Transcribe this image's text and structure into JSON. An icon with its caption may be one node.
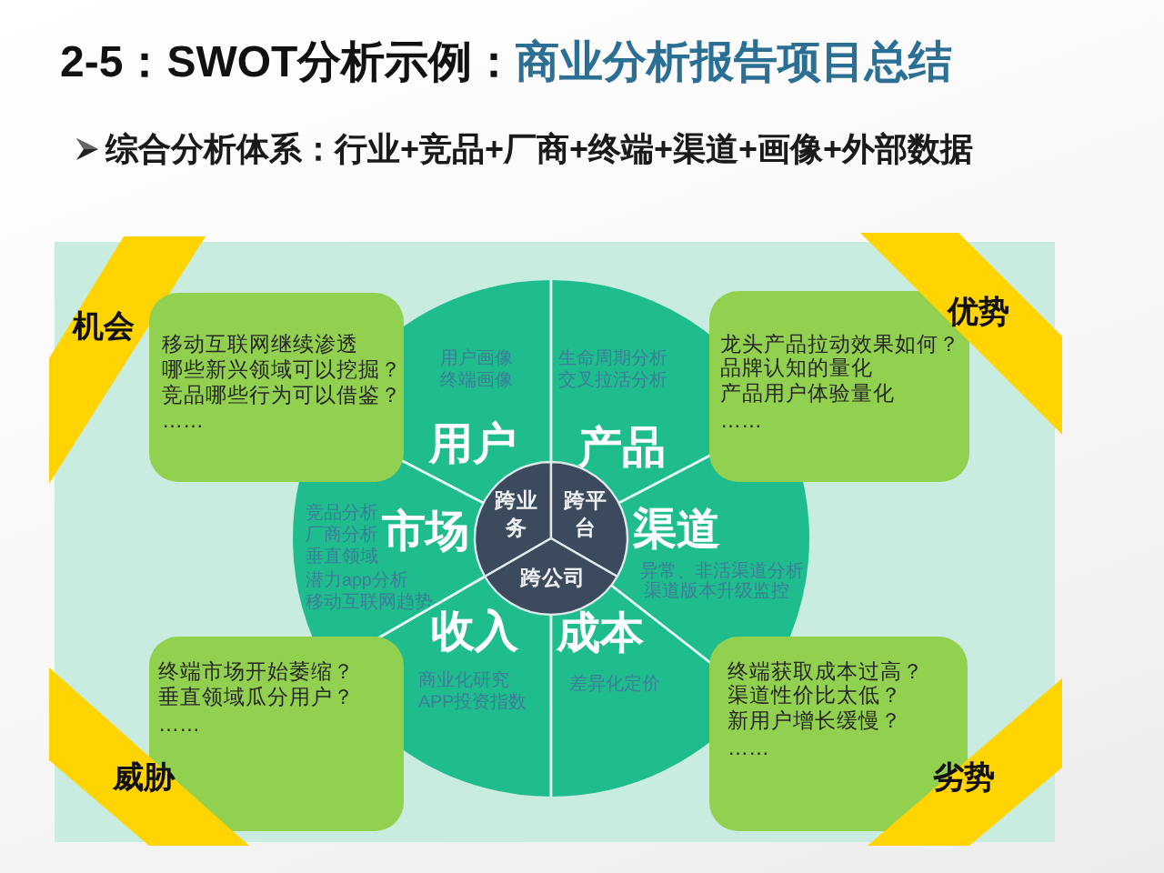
{
  "diagram": {
    "title": "2-5：SWOT分析示例：",
    "nodes": [
      {
        "text": [
          "机会"
        ]
      },
      {
        "text": [
          "移动互联网继续渗透",
          "哪些新兴领域可以挖掘？",
          "竞品哪些行为可以借鉴？",
          "……"
        ]
      },
      {
        "text": [
          "用户画像",
          "终端画像",
          "用户"
        ]
      },
      {
        "text": [
          "生命周期分析",
          "交叉拉活分析",
          "产品"
        ]
      },
      {
        "text": [
          "龙头产品拉动效果如何？",
          "品牌认知的量化",
          "产品用户体验量化",
          "……"
        ]
      },
      {
        "text": [
          "优势"
        ]
      },
      {
        "text": [
          "竞品分析",
          "厂商分析",
          "垂直领域",
          "潜力app分析",
          "移动互联网趋势",
          "市场"
        ]
      },
      {
        "text": [
          "跨业务"
        ]
      },
      {
        "text": [
          "跨平台"
        ]
      },
      {
        "text": [
          "渠道",
          "异常、非活渠道分析",
          "渠道版本升级监控"
        ]
      },
      {
        "text": [
          "跨公司"
        ]
      },
      {
        "text": [
          "收入",
          "商业化研究",
          "APP投资指数"
        ]
      },
      {
        "text": [
          "成本",
          "差异化定价"
        ]
      },
      {
        "text": [
          "终端市场开始萎缩？",
          "垂直领域瓜分用户？",
          "……"
        ]
      },
      {
        "text": [
          "终端获取成本过高？",
          "渠道性价比太低？",
          "新用户增长缓慢？",
          "……"
        ]
      },
      {
        "text": [
          "威胁"
        ]
      },
      {
        "text": [
          "劣势"
        ]
      }
    ],
    "labels": [
      "商业分析报告项目总结",
      "综合分析体系：行业+竞品+厂商+终端+渠道+画像+外部数据"
    ]
  }
}
